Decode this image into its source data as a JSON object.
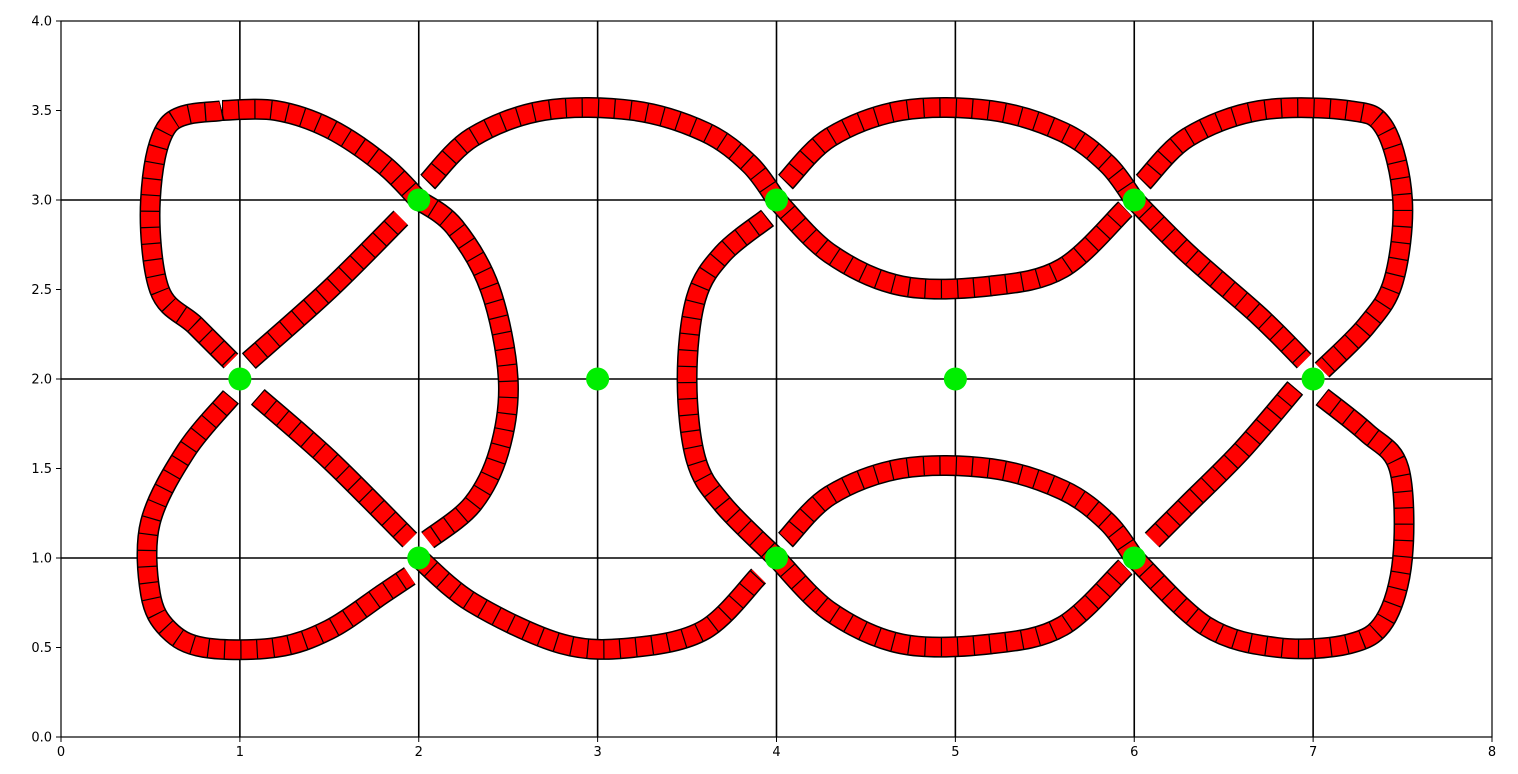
{
  "chart_data": {
    "type": "scatter",
    "title": "",
    "xlabel": "",
    "ylabel": "",
    "xlim": [
      0,
      8
    ],
    "ylim": [
      0,
      4
    ],
    "x_ticks": [
      "0",
      "1",
      "2",
      "3",
      "4",
      "5",
      "6",
      "7",
      "8"
    ],
    "y_ticks": [
      "0.0",
      "0.5",
      "1.0",
      "1.5",
      "2.0",
      "2.5",
      "3.0",
      "3.5",
      "4.0"
    ],
    "grid_x": [
      1,
      2,
      3,
      4,
      5,
      6,
      7
    ],
    "grid_y": [
      1,
      2,
      3
    ],
    "series": [
      {
        "values": [
          [
            1,
            2
          ],
          [
            2,
            3
          ],
          [
            2,
            1
          ],
          [
            3,
            2
          ],
          [
            4,
            3
          ],
          [
            4,
            1
          ],
          [
            5,
            2
          ],
          [
            6,
            3
          ],
          [
            6,
            1
          ],
          [
            7,
            2
          ]
        ]
      }
    ],
    "curves": [
      [
        [
          0.9,
          3.5
        ],
        [
          1.2,
          3.5
        ],
        [
          1.5,
          3.4
        ],
        [
          1.8,
          3.2
        ],
        [
          2.0,
          3.0
        ]
      ],
      [
        [
          0.9,
          3.5
        ],
        [
          0.6,
          3.42
        ],
        [
          0.5,
          3.0
        ],
        [
          0.55,
          2.5
        ],
        [
          0.75,
          2.3
        ],
        [
          0.95,
          2.1
        ]
      ],
      [
        [
          1.05,
          2.1
        ],
        [
          1.5,
          2.5
        ],
        [
          1.9,
          2.9
        ]
      ],
      [
        [
          2.0,
          3.0
        ],
        [
          2.2,
          2.85
        ],
        [
          2.4,
          2.5
        ],
        [
          2.5,
          2.0
        ],
        [
          2.45,
          1.6
        ],
        [
          2.3,
          1.3
        ],
        [
          2.05,
          1.1
        ]
      ],
      [
        [
          0.95,
          1.9
        ],
        [
          0.7,
          1.6
        ],
        [
          0.5,
          1.2
        ],
        [
          0.5,
          0.8
        ],
        [
          0.6,
          0.6
        ],
        [
          0.8,
          0.5
        ],
        [
          1.2,
          0.5
        ],
        [
          1.5,
          0.6
        ],
        [
          1.8,
          0.8
        ],
        [
          1.95,
          0.9
        ]
      ],
      [
        [
          1.1,
          1.9
        ],
        [
          1.5,
          1.55
        ],
        [
          1.95,
          1.1
        ]
      ],
      [
        [
          2.05,
          3.1
        ],
        [
          2.3,
          3.35
        ],
        [
          2.7,
          3.5
        ],
        [
          3.2,
          3.5
        ],
        [
          3.6,
          3.38
        ],
        [
          3.85,
          3.2
        ],
        [
          4.0,
          3.0
        ]
      ],
      [
        [
          2.0,
          1.0
        ],
        [
          2.3,
          0.75
        ],
        [
          2.8,
          0.52
        ],
        [
          3.2,
          0.5
        ],
        [
          3.6,
          0.6
        ],
        [
          3.9,
          0.9
        ]
      ],
      [
        [
          3.95,
          2.9
        ],
        [
          3.7,
          2.7
        ],
        [
          3.55,
          2.45
        ],
        [
          3.5,
          2.0
        ],
        [
          3.55,
          1.55
        ],
        [
          3.7,
          1.3
        ],
        [
          4.0,
          1.0
        ]
      ],
      [
        [
          4.05,
          3.1
        ],
        [
          4.3,
          3.35
        ],
        [
          4.7,
          3.5
        ],
        [
          5.2,
          3.5
        ],
        [
          5.6,
          3.38
        ],
        [
          5.85,
          3.2
        ],
        [
          6.0,
          3.0
        ]
      ],
      [
        [
          4.0,
          3.0
        ],
        [
          4.3,
          2.7
        ],
        [
          4.7,
          2.52
        ],
        [
          5.2,
          2.52
        ],
        [
          5.6,
          2.62
        ],
        [
          5.95,
          2.95
        ]
      ],
      [
        [
          4.05,
          1.1
        ],
        [
          4.3,
          1.35
        ],
        [
          4.7,
          1.5
        ],
        [
          5.2,
          1.5
        ],
        [
          5.6,
          1.38
        ],
        [
          5.85,
          1.2
        ],
        [
          6.0,
          1.0
        ]
      ],
      [
        [
          4.0,
          1.0
        ],
        [
          4.3,
          0.7
        ],
        [
          4.7,
          0.52
        ],
        [
          5.2,
          0.52
        ],
        [
          5.6,
          0.62
        ],
        [
          5.95,
          0.95
        ]
      ],
      [
        [
          6.05,
          3.1
        ],
        [
          6.3,
          3.35
        ],
        [
          6.7,
          3.5
        ],
        [
          7.2,
          3.5
        ],
        [
          7.4,
          3.4
        ],
        [
          7.5,
          3.0
        ],
        [
          7.45,
          2.55
        ],
        [
          7.3,
          2.3
        ],
        [
          7.05,
          2.05
        ]
      ],
      [
        [
          6.0,
          3.0
        ],
        [
          6.3,
          2.7
        ],
        [
          6.7,
          2.35
        ],
        [
          6.95,
          2.1
        ]
      ],
      [
        [
          6.9,
          1.95
        ],
        [
          6.6,
          1.6
        ],
        [
          6.3,
          1.3
        ],
        [
          6.1,
          1.1
        ]
      ],
      [
        [
          7.05,
          1.9
        ],
        [
          7.3,
          1.7
        ],
        [
          7.48,
          1.5
        ],
        [
          7.5,
          1.0
        ],
        [
          7.4,
          0.65
        ],
        [
          7.2,
          0.52
        ],
        [
          6.8,
          0.5
        ],
        [
          6.4,
          0.62
        ],
        [
          6.0,
          1.0
        ]
      ],
      [
        [
          6.9,
          2.0
        ],
        [
          6.95,
          1.95
        ]
      ]
    ]
  },
  "colors": {
    "curve": "#ff0000",
    "curve_outline": "#000000",
    "point": "#00ee00",
    "grid": "#000000",
    "axis": "#000000",
    "background": "#ffffff"
  }
}
